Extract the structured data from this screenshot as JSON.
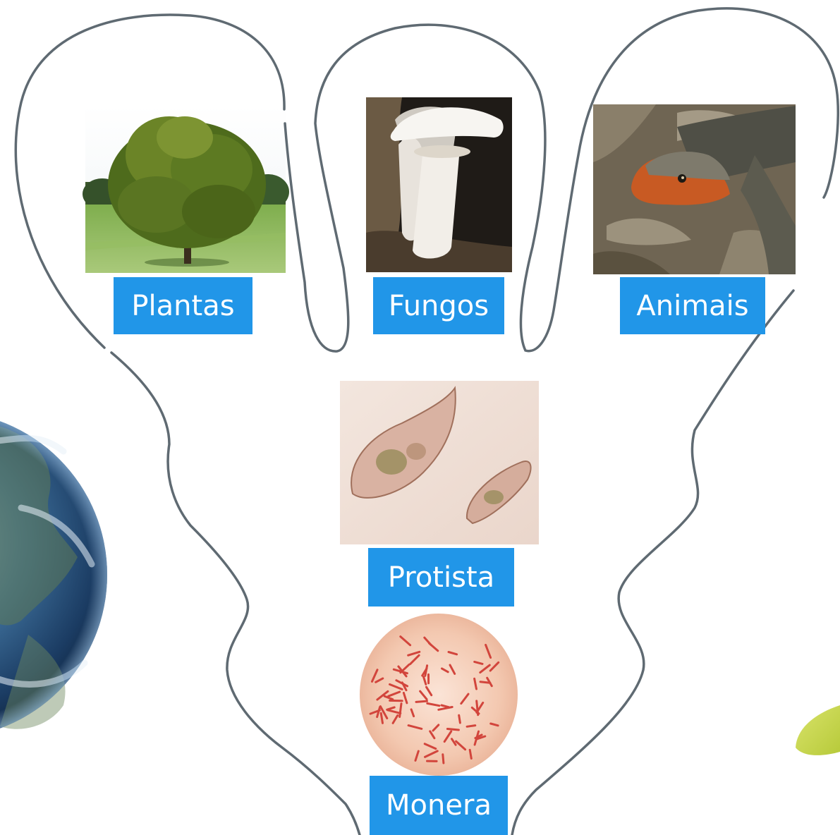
{
  "kingdoms": {
    "plantas": "Plantas",
    "fungos": "Fungos",
    "animais": "Animais",
    "protista": "Protista",
    "monera": "Monera"
  },
  "colors": {
    "label_bg": "#2196e8",
    "label_text": "#ffffff",
    "outline": "#5f6a72",
    "leaf": "#c8d84a"
  },
  "illustrations": [
    "tree-photo",
    "mushroom-photo",
    "lizard-photo",
    "euglena-micrograph",
    "bacteria-micrograph",
    "earth-globe",
    "green-leaf"
  ]
}
